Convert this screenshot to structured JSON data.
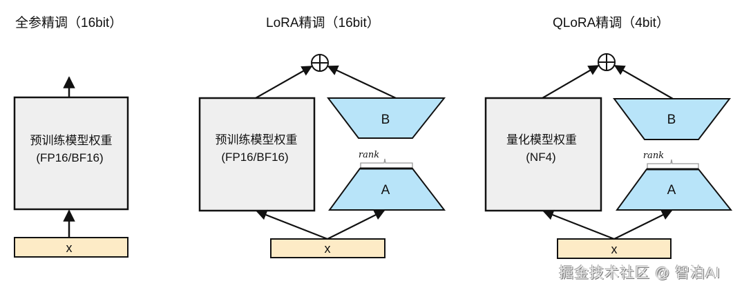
{
  "colors": {
    "weight_box_fill": "#efefef",
    "lora_fill": "#b8e4f9",
    "input_fill": "#fdebc6",
    "stroke": "#111111",
    "rank_brace": "#999999"
  },
  "panels": [
    {
      "title": "全参精调（16bit）",
      "weight_label_line1": "预训练模型权重",
      "weight_label_line2": "(FP16/BF16)",
      "input_label": "x"
    },
    {
      "title": "LoRA精调（16bit）",
      "weight_label_line1": "预训练模型权重",
      "weight_label_line2": "(FP16/BF16)",
      "matrix_b_label": "B",
      "matrix_a_label": "A",
      "rank_label": "rank",
      "input_label": "x",
      "sum_symbol": "⊕"
    },
    {
      "title": "QLoRA精调（4bit）",
      "weight_label_line1": "量化模型权重",
      "weight_label_line2": "(NF4)",
      "matrix_b_label": "B",
      "matrix_a_label": "A",
      "rank_label": "rank",
      "input_label": "x",
      "sum_symbol": "⊕"
    }
  ],
  "watermark": "掘金技术社区 @ 智泊AI"
}
